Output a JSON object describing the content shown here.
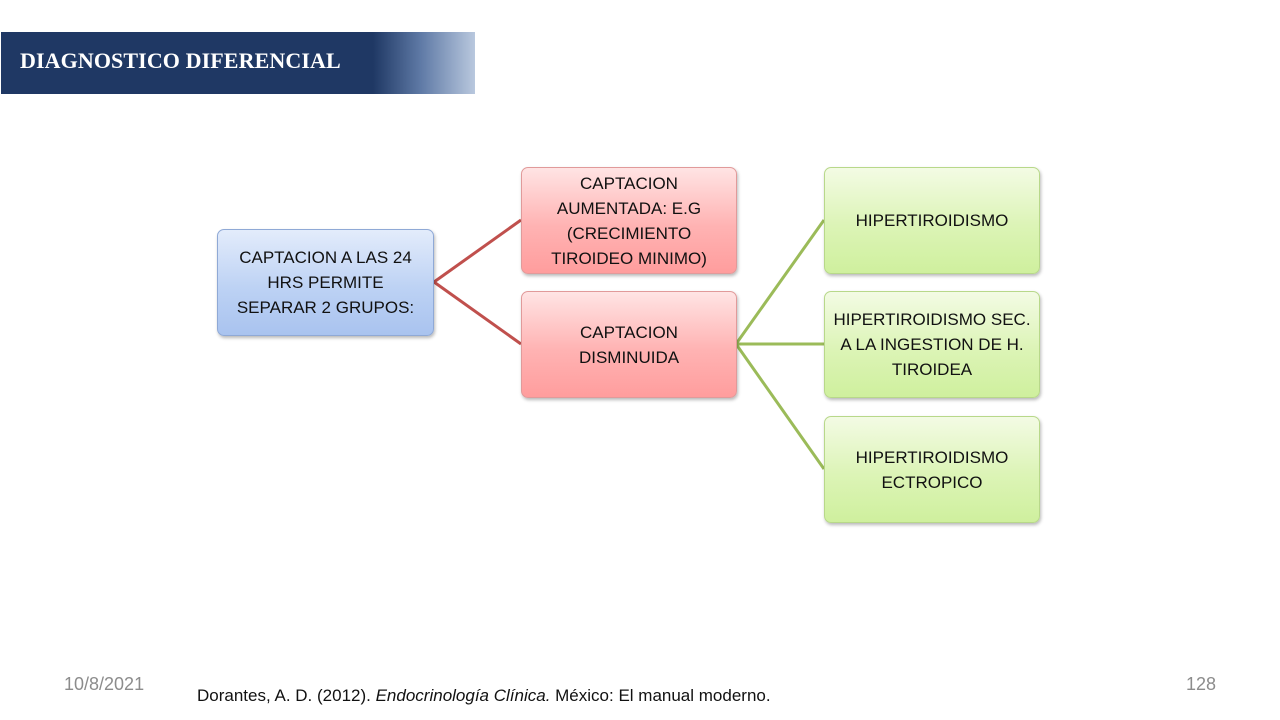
{
  "slide": {
    "title": "DIAGNOSTICO DIFERENCIAL",
    "date": "10/8/2021",
    "page_number": "128"
  },
  "diagram": {
    "root": {
      "text": "CAPTACION A LAS 24 HRS PERMITE SEPARAR 2 GRUPOS:"
    },
    "groups": [
      {
        "text": "CAPTACION AUMENTADA: E.G (CRECIMIENTO TIROIDEO MINIMO)"
      },
      {
        "text": "CAPTACION DISMINUIDA",
        "children": [
          {
            "text": "HIPERTIROIDISMO"
          },
          {
            "text": "HIPERTIROIDISMO SEC. A LA INGESTION DE H. TIROIDEA"
          },
          {
            "text": "HIPERTIROIDISMO ECTROPICO"
          }
        ]
      }
    ],
    "colors": {
      "root_fill": "#bdd2f4",
      "group_fill": "#ffb3b3",
      "leaf_fill": "#dcf4b6",
      "root_connector": "#c0504d",
      "group_connector": "#9bbb59"
    }
  },
  "citation": {
    "prefix": "Dorantes, A. D. (2012). ",
    "title": "Endocrinología Clínica.",
    "suffix": " México: El manual  moderno."
  }
}
